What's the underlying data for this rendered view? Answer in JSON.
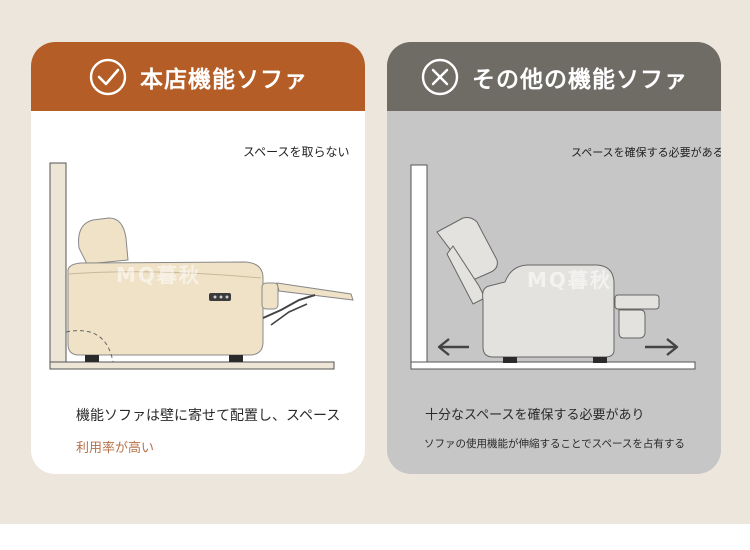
{
  "left_card": {
    "title": "本店機能ソファ",
    "top_note": "スペースを取らない",
    "caption_line1": "機能ソファは壁に寄せて配置し、スペース",
    "caption_line2": "利用率が高い",
    "colors": {
      "header": "#b55d26",
      "accent_text": "#b5714a",
      "sofa": "#efe2c7"
    },
    "header_icon": "check-circle-icon"
  },
  "right_card": {
    "title": "その他の機能ソファ",
    "top_note": "スペースを確保する必要がある",
    "caption_line1": "十分なスペースを確保する必要があり",
    "caption_line2": "ソファの使用機能が伸縮することでスペースを占有する",
    "colors": {
      "header": "#6f6c66",
      "background": "#c6c6c6",
      "sofa": "#e4e2df"
    },
    "header_icon": "x-circle-icon"
  },
  "watermark": "MQ暮秋"
}
